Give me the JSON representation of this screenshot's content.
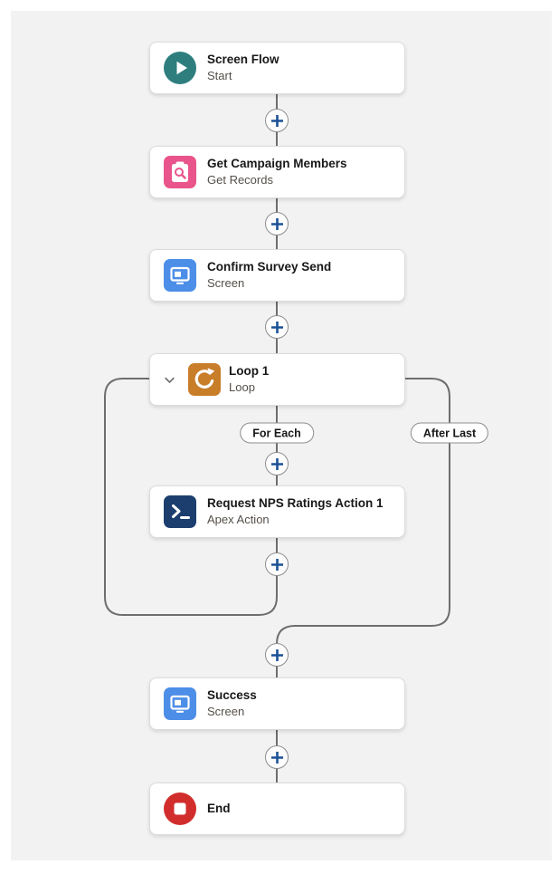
{
  "canvas": {
    "background": "#f3f2f2",
    "outer_background": "#ffffff",
    "connector_color": "#6e6e6e",
    "plus_icon_color": "#1b5297"
  },
  "nodes": [
    {
      "title": "Screen Flow",
      "subtitle": "Start",
      "icon": "play-icon",
      "color": "#2e7e7e"
    },
    {
      "title": "Get Campaign Members",
      "subtitle": "Get Records",
      "icon": "record-lookup-icon",
      "color": "#e8548b"
    },
    {
      "title": "Confirm Survey Send",
      "subtitle": "Screen",
      "icon": "screen-icon",
      "color": "#4c8ee8"
    },
    {
      "title": "Loop 1",
      "subtitle": "Loop",
      "icon": "loop-icon",
      "color": "#c87d28"
    },
    {
      "title": "Request NPS Ratings Action 1",
      "subtitle": "Apex Action",
      "icon": "terminal-icon",
      "color": "#1b3e6f"
    },
    {
      "title": "Success",
      "subtitle": "Screen",
      "icon": "screen-icon",
      "color": "#4c8ee8"
    },
    {
      "title": "End",
      "subtitle": "",
      "icon": "stop-icon",
      "color": "#d22d2d"
    }
  ],
  "branch_labels": {
    "for_each": "For Each",
    "after_last": "After Last"
  }
}
